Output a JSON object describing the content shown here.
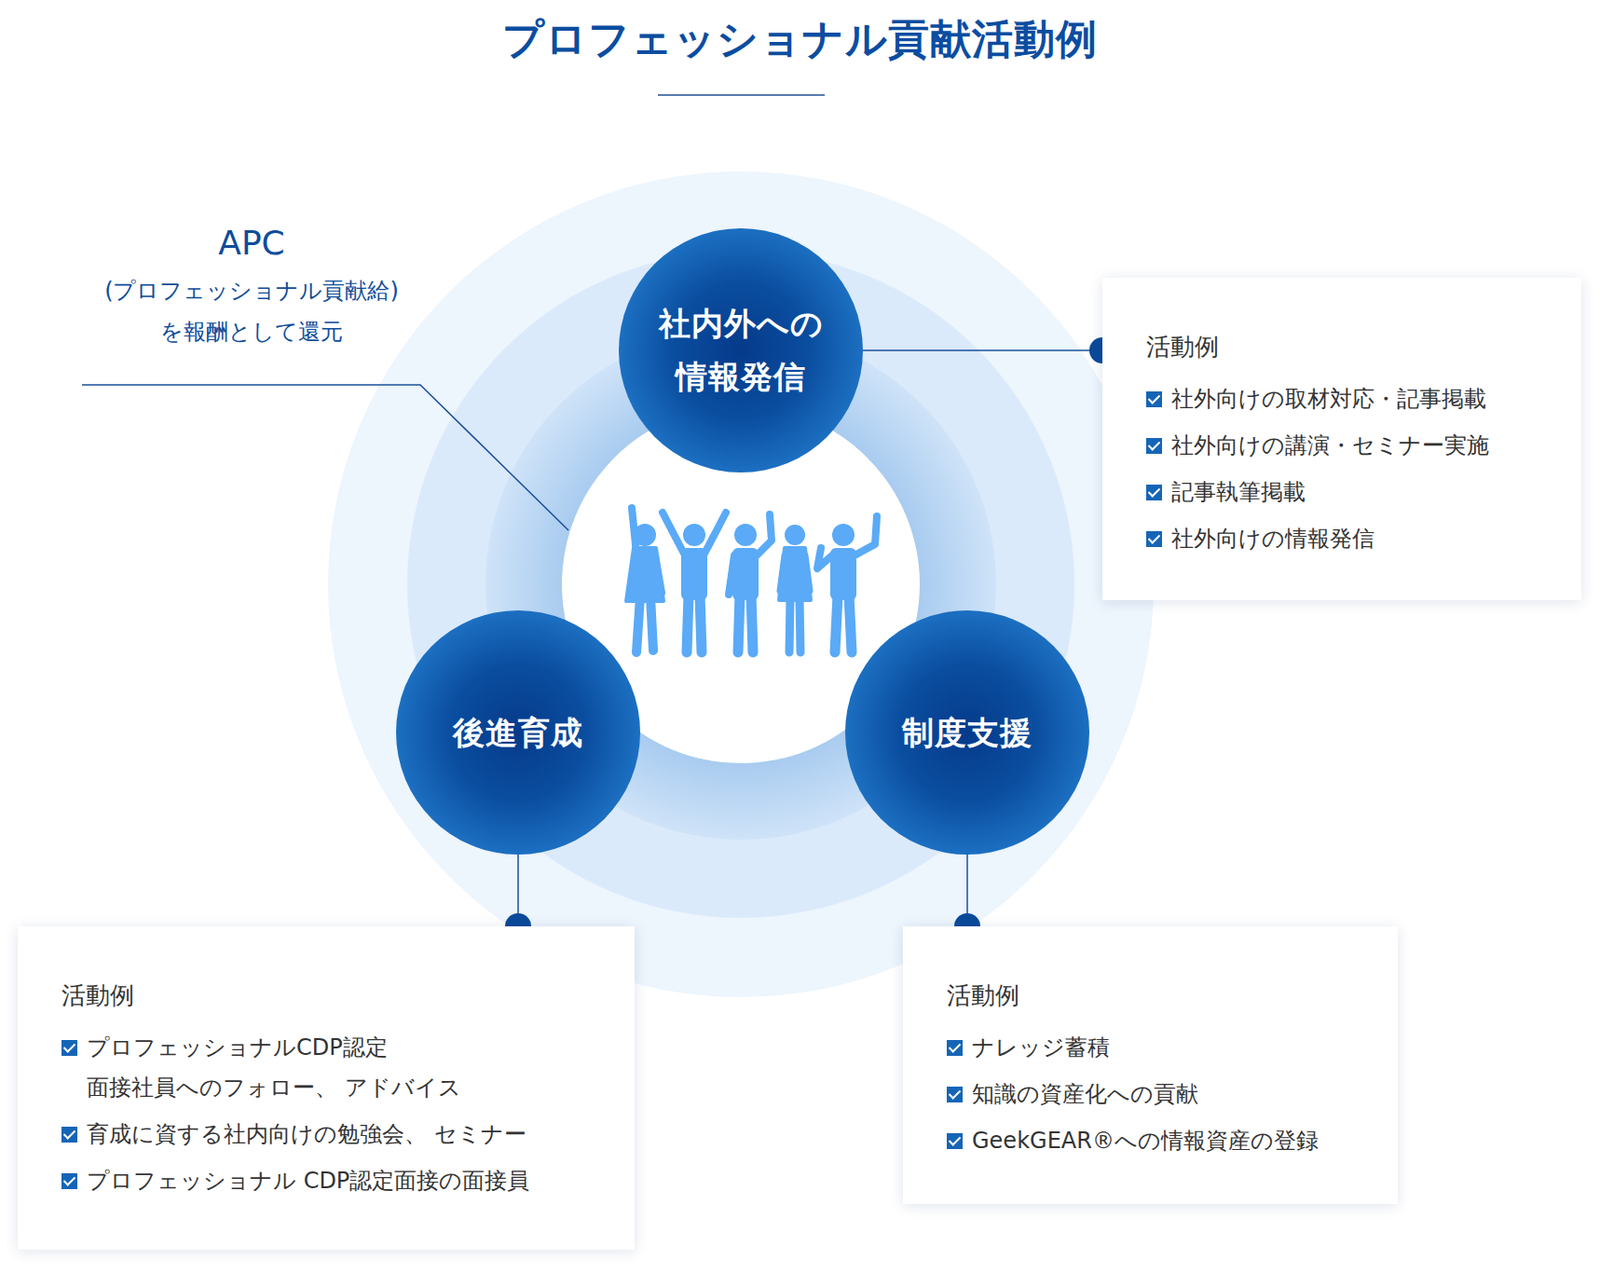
{
  "diagram": {
    "title": "プロフェッショナル貢献活動例",
    "nodes": [
      {
        "text": [
          "社内外への 情報発信"
        ]
      },
      {
        "text": [
          "活動例",
          "社外向けの取材対応・記事掲載",
          "社外向けの講演・セミナー実施",
          "記事執筆掲載",
          "社外向けの情報発信"
        ]
      },
      {
        "text": [
          "後進育成"
        ]
      },
      {
        "text": [
          "制度支援"
        ]
      },
      {
        "text": [
          "活動例",
          "プロフェッショナルCDP認定 面接社員へのフォロー、 アドバイス",
          "育成に資する社内向けの勉強会、 セミナー",
          "プロフェッショナル CDP認定面接の面接員"
        ]
      },
      {
        "text": [
          "活動例",
          "ナレッジ蓄積",
          "知識の資産化への貢献",
          "GeekGEAR®への情報資産の登録"
        ]
      }
    ],
    "edges": [
      {
        "from": 0,
        "to": 1,
        "arrow": "none"
      },
      {
        "from": 2,
        "to": 4,
        "arrow": "none"
      },
      {
        "from": 3,
        "to": 5,
        "arrow": "none"
      }
    ],
    "labels": [
      "APC",
      "(プロフェッショナル貢献給) を報酬として還元"
    ]
  }
}
